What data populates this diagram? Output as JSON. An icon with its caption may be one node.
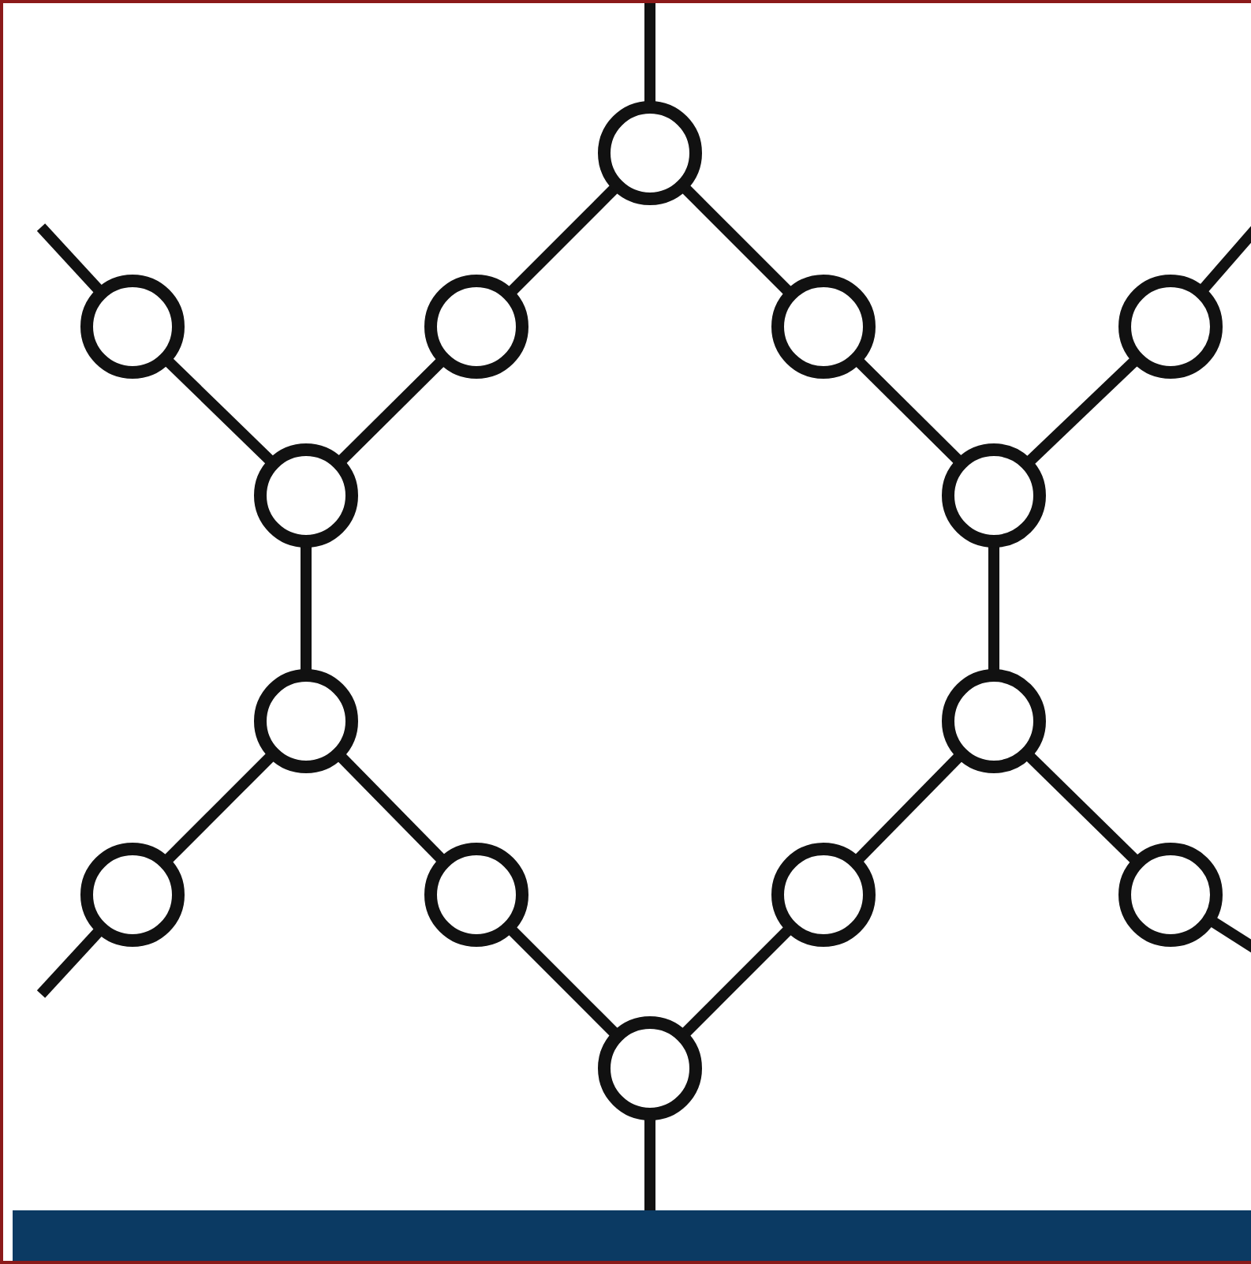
{
  "diagram": {
    "nodes": [
      {
        "text": [],
        "shape": "circle"
      },
      {
        "text": [],
        "shape": "circle"
      },
      {
        "text": [],
        "shape": "circle"
      },
      {
        "text": [],
        "shape": "circle"
      },
      {
        "text": [],
        "shape": "circle"
      },
      {
        "text": [],
        "shape": "circle"
      },
      {
        "text": [],
        "shape": "circle"
      },
      {
        "text": [],
        "shape": "circle"
      },
      {
        "text": [],
        "shape": "circle"
      },
      {
        "text": [],
        "shape": "circle"
      },
      {
        "text": [],
        "shape": "circle"
      },
      {
        "text": [],
        "shape": "circle"
      },
      {
        "text": [],
        "shape": "circle"
      },
      {
        "text": [],
        "shape": "circle"
      }
    ],
    "edges": [
      {
        "from": null,
        "to": 0,
        "arrow": "none"
      },
      {
        "from": 0,
        "to": 2,
        "arrow": "none"
      },
      {
        "from": 0,
        "to": 3,
        "arrow": "none"
      },
      {
        "from": null,
        "to": 1,
        "arrow": "none"
      },
      {
        "from": 4,
        "to": null,
        "arrow": "none"
      },
      {
        "from": 1,
        "to": 5,
        "arrow": "none"
      },
      {
        "from": 2,
        "to": 5,
        "arrow": "none"
      },
      {
        "from": 3,
        "to": 6,
        "arrow": "none"
      },
      {
        "from": 4,
        "to": 6,
        "arrow": "none"
      },
      {
        "from": 5,
        "to": 7,
        "arrow": "none"
      },
      {
        "from": 6,
        "to": 8,
        "arrow": "none"
      },
      {
        "from": 7,
        "to": 9,
        "arrow": "none"
      },
      {
        "from": 7,
        "to": 10,
        "arrow": "none"
      },
      {
        "from": 8,
        "to": 11,
        "arrow": "none"
      },
      {
        "from": 8,
        "to": 12,
        "arrow": "none"
      },
      {
        "from": 9,
        "to": null,
        "arrow": "none"
      },
      {
        "from": 12,
        "to": null,
        "arrow": "none"
      },
      {
        "from": 10,
        "to": 13,
        "arrow": "none"
      },
      {
        "from": 11,
        "to": 13,
        "arrow": "none"
      },
      {
        "from": 13,
        "to": null,
        "arrow": "none"
      }
    ]
  }
}
